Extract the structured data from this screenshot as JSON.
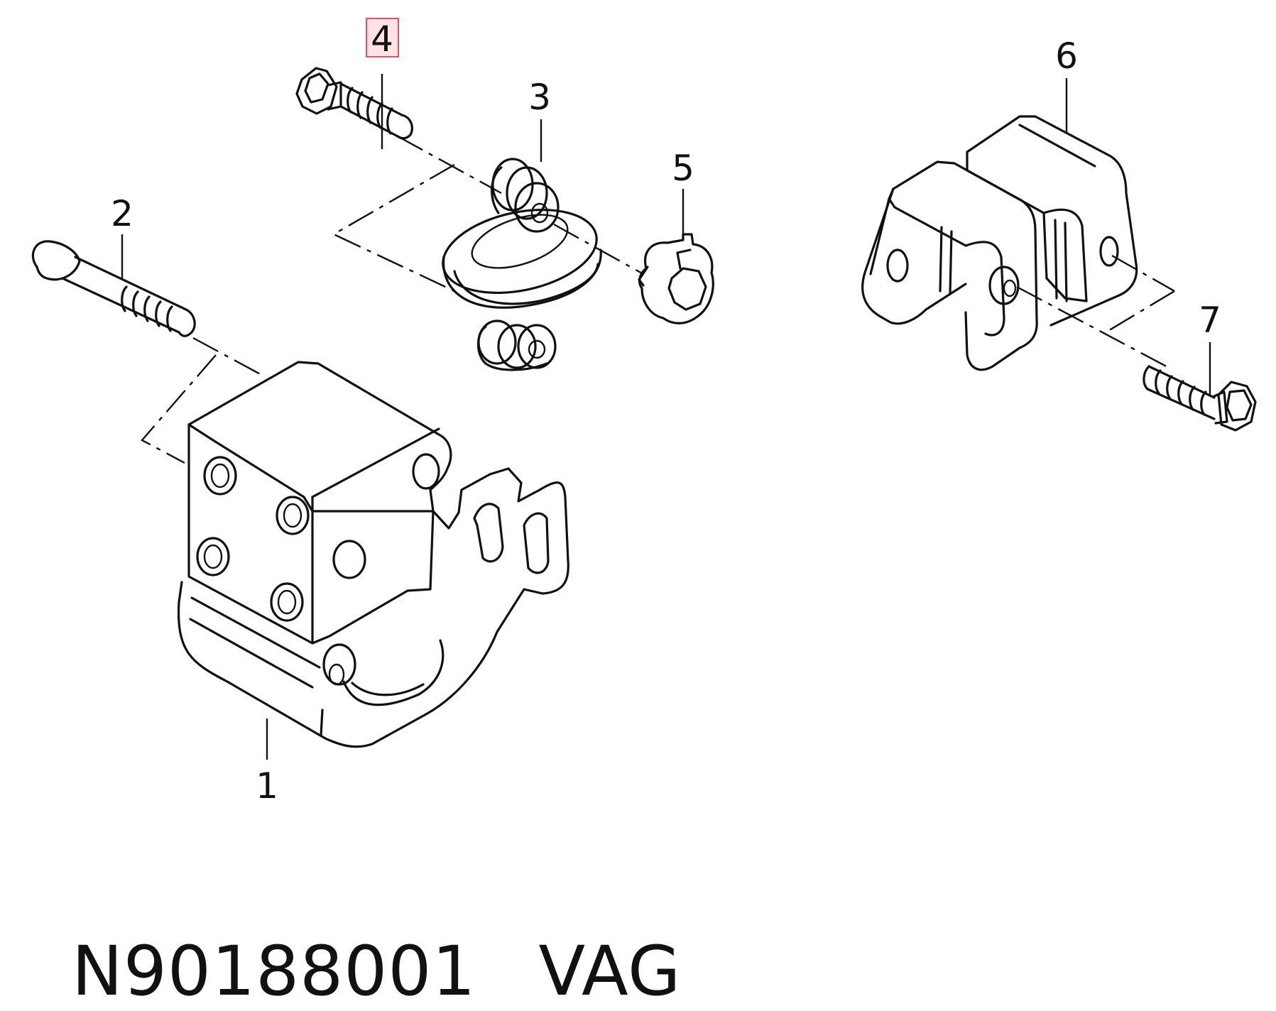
{
  "callouts": {
    "c1": "1",
    "c2": "2",
    "c3": "3",
    "c4": "4",
    "c5": "5",
    "c6": "6",
    "c7": "7"
  },
  "highlighted_callout": "4",
  "footer": {
    "part_number": "N90188001",
    "brand": "VAG"
  },
  "colors": {
    "line": "#111111",
    "highlight_fill": "#fde3e6",
    "highlight_border": "#e0525e"
  }
}
